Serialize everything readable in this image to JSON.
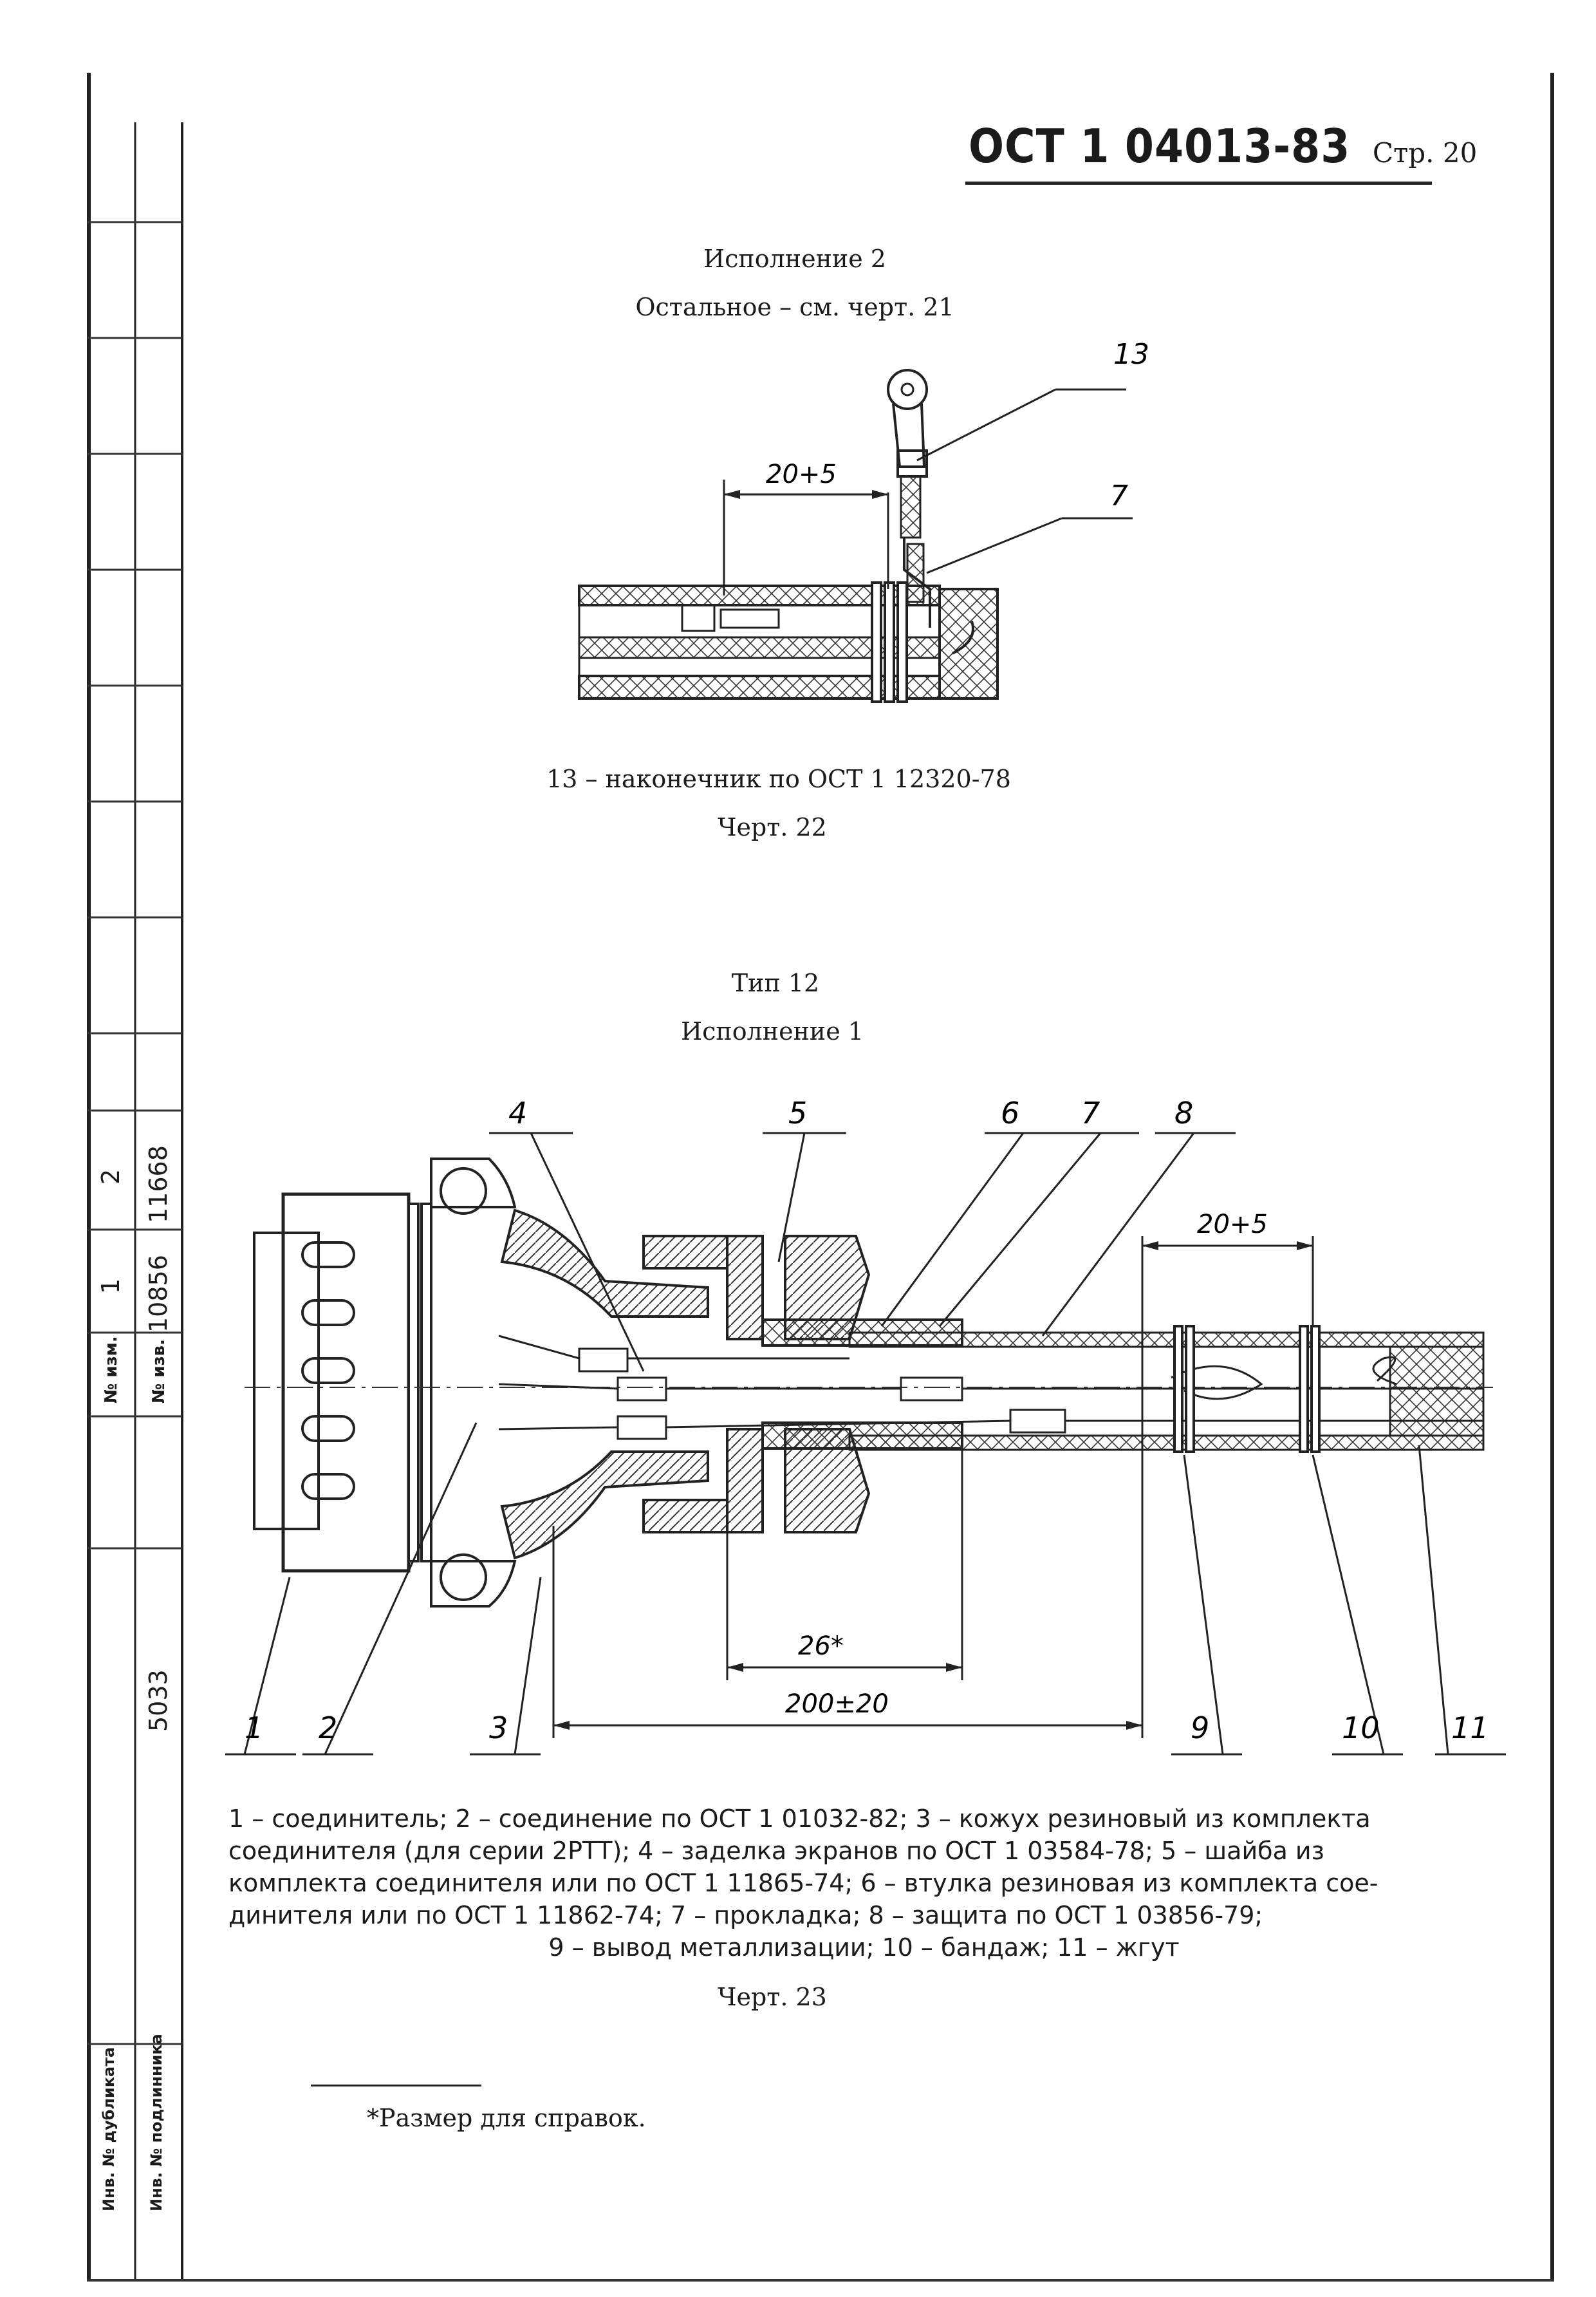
{
  "header": {
    "doc_code": "ОСТ 1 04013-83",
    "page_label": "Стр. 20"
  },
  "figure22": {
    "title_line1": "Исполнение 2",
    "title_line2": "Остальное – см. черт. 21",
    "dimension": "20+5",
    "callouts": [
      "13",
      "7"
    ],
    "legend": "13 – наконечник по ОСТ 1 12320-78",
    "caption": "Черт. 22"
  },
  "figure23": {
    "type_label": "Тип 12",
    "execution_label": "Исполнение 1",
    "callouts_top": [
      "4",
      "5",
      "6",
      "7",
      "8"
    ],
    "callouts_bottom": [
      "1",
      "2",
      "3",
      "9",
      "10",
      "11"
    ],
    "dim_right": "20+5",
    "dim_mid": "26*",
    "dim_long": "200±20",
    "legend_lines": [
      "1 – соединитель; 2 – соединение по ОСТ 1 01032-82; 3 – кожух резиновый из комплекта",
      "соединителя (для серии 2РТТ); 4 – заделка экранов по ОСТ 1 03584-78; 5 – шайба из",
      "комплекта соединителя или по ОСТ 1 11865-74; 6 – втулка резиновая из комплекта сое-",
      "динителя или по ОСТ 1 11862-74; 7 – прокладка; 8 – защита по ОСТ 1 03856-79;",
      "9 – вывод металлизации; 10 – бандаж; 11 – жгут"
    ],
    "caption": "Черт. 23"
  },
  "footnote": "*Размер для справок.",
  "stamp": {
    "izm_label": "№ изм.",
    "izv_label": "№ изв.",
    "col1_num": "1",
    "col1_izv": "10856",
    "col2_num": "2",
    "col2_izv": "11668",
    "orig_number": "5033",
    "dup_label": "Инв. № дубликата",
    "orig_label": "Инв. № подлинника"
  }
}
